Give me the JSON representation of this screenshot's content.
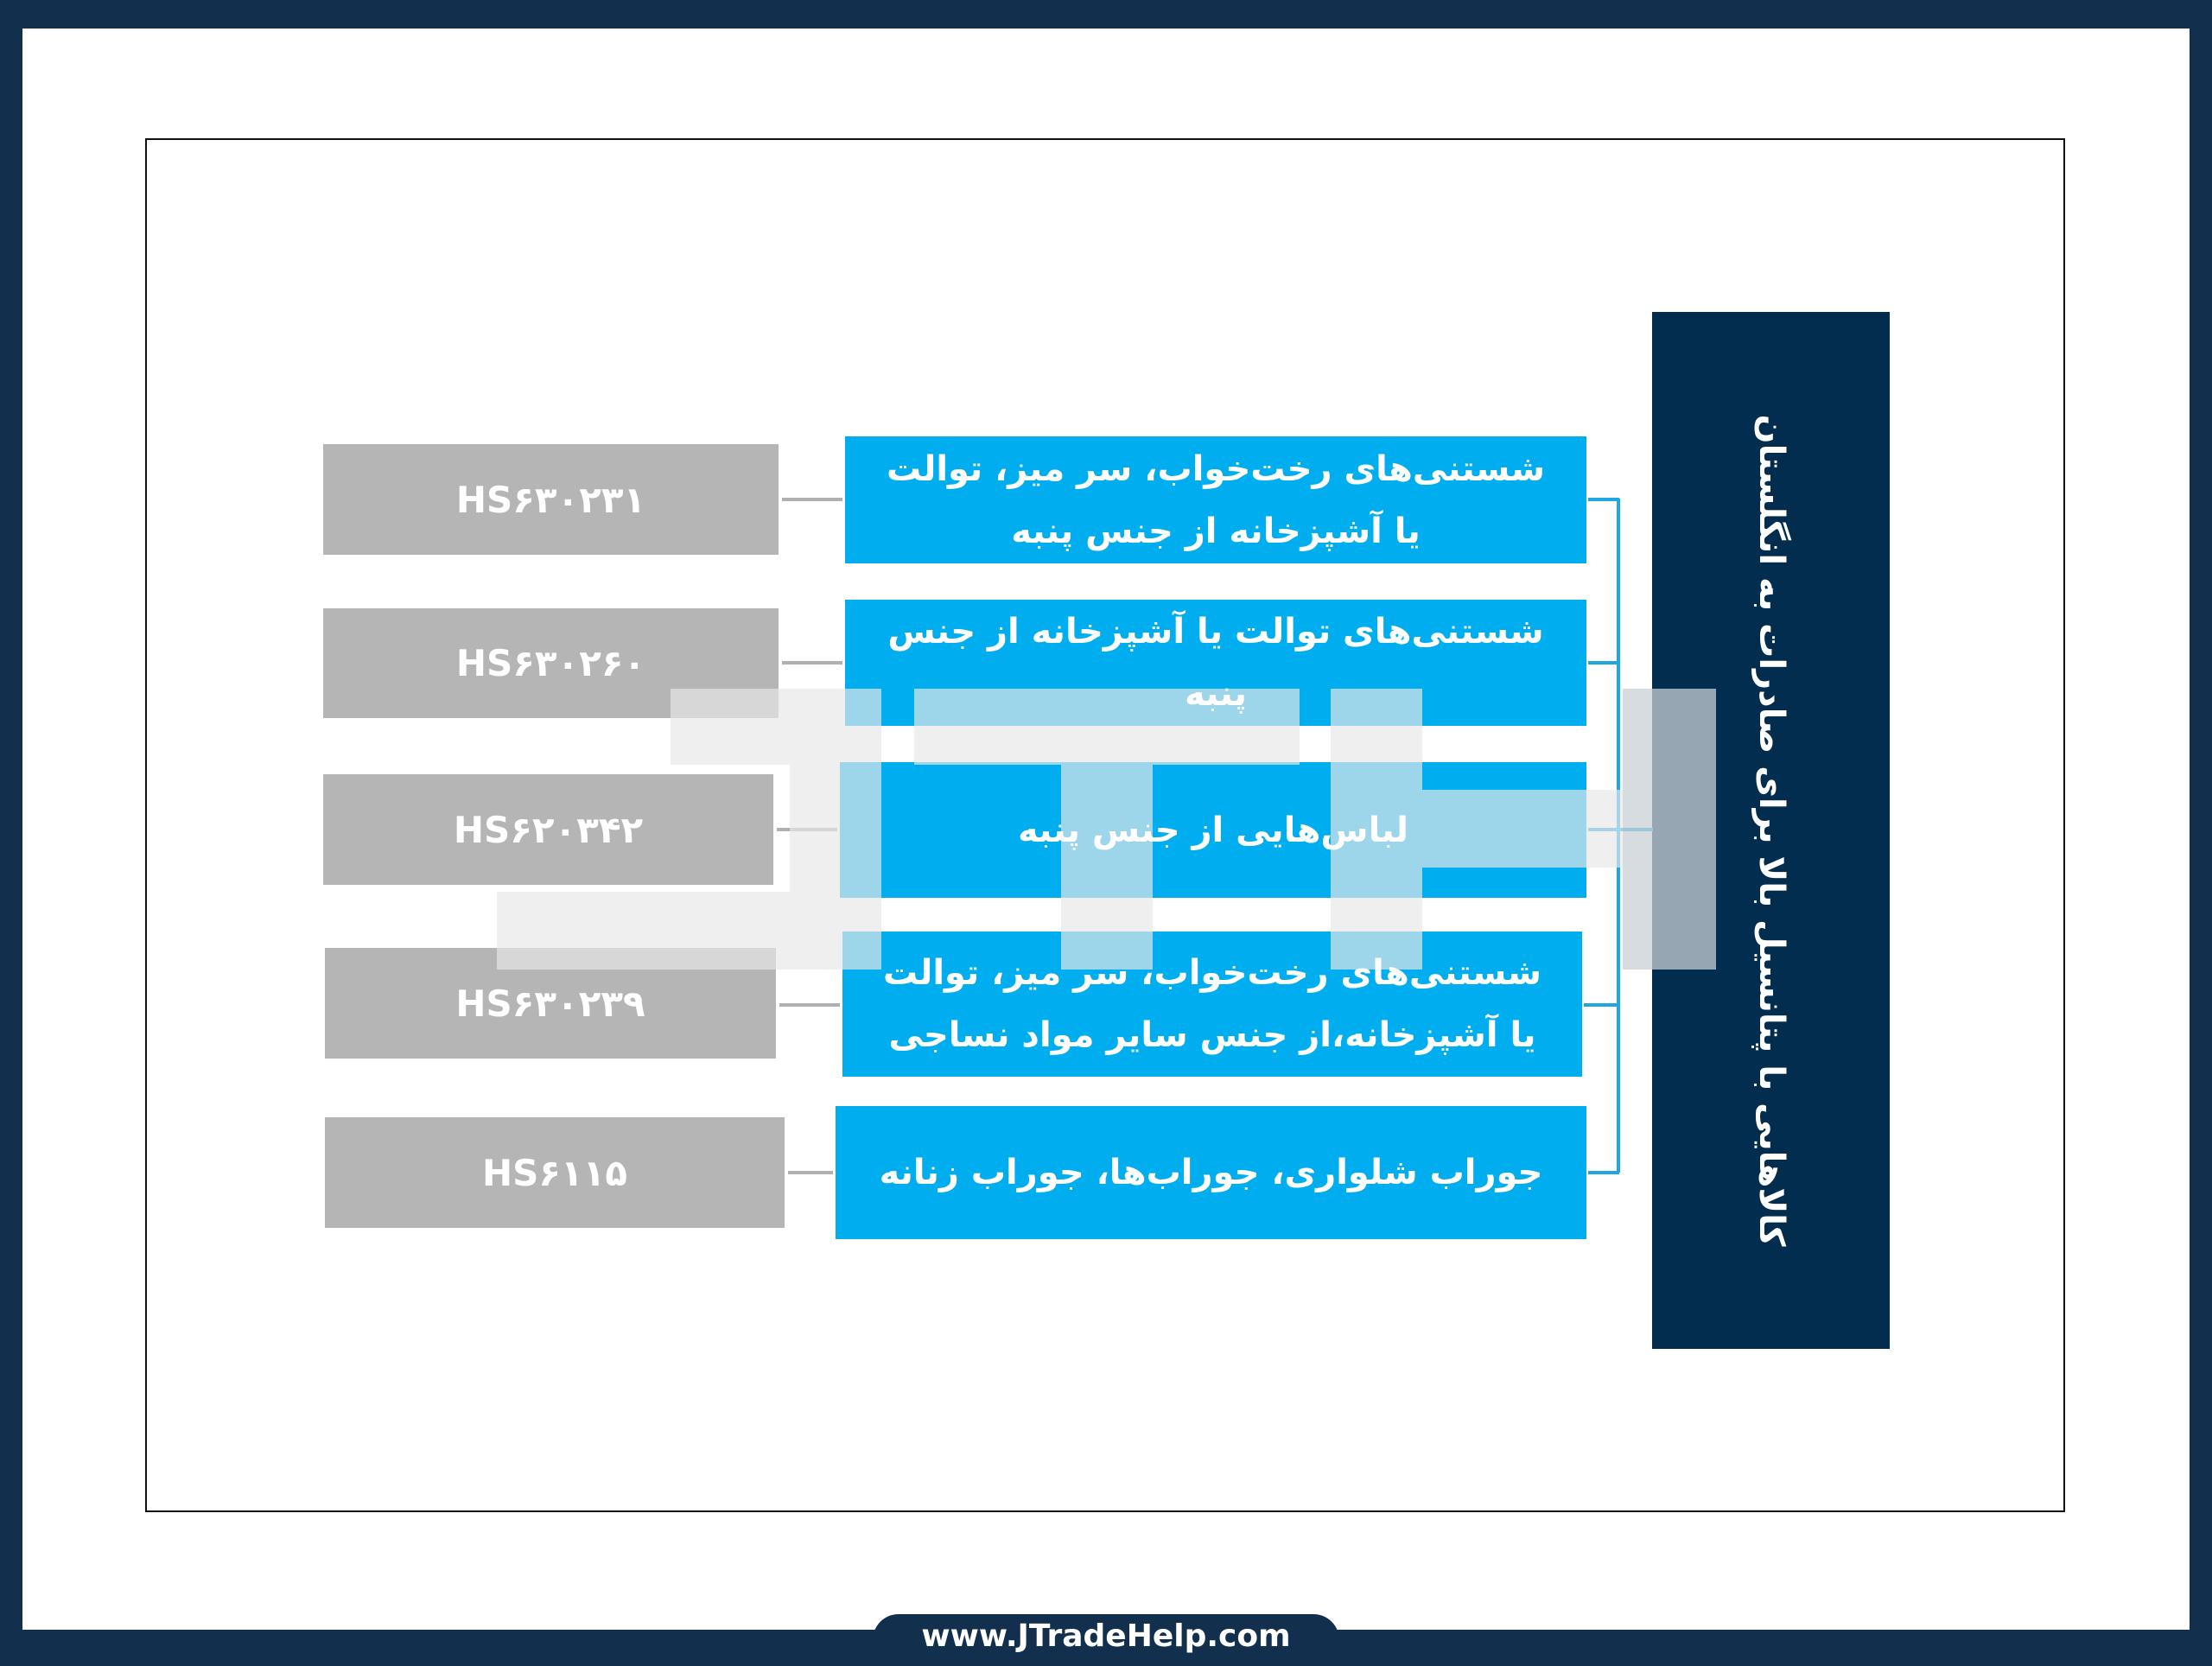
{
  "title": "کالاهایی با پتانسیل بالا برای صادرات به انگلستان",
  "items": [
    {
      "description": "شستنی‌های رخت‌خواب، سر میز، توالت یا آشپزخانه از جنس پنبه",
      "code": "HS۶۳۰۲۳۱"
    },
    {
      "description": "شستنی‌های توالت یا آشپزخانه از جنس پنبه",
      "code": "HS۶۳۰۲۶۰"
    },
    {
      "description": "لباس‌هایی از جنس پنبه",
      "code": "HS۶۲۰۳۴۲"
    },
    {
      "description": "شستنی‌های رخت‌خواب، سر میز، توالت یا آشپزخانه،از جنس سایر مواد نساجی",
      "code": "HS۶۳۰۲۳۹"
    },
    {
      "description": "جوراب شلواری، جوراب‌ها، جوراب زنانه",
      "code": "HS۶۱۱۵"
    }
  ],
  "footer": {
    "website": "www.JTradeHelp.com"
  },
  "colors": {
    "title_bg": "#032d4e",
    "item_bg": "#00aeef",
    "code_bg": "#b5b5b5",
    "frame": "#12304d"
  }
}
